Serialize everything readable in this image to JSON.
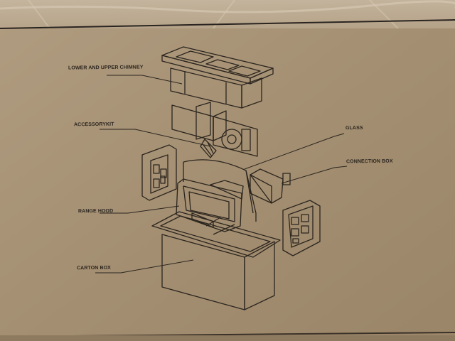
{
  "diagram": {
    "labels": {
      "chimney": "LOWER AND UPPER CHIMNEY",
      "accessory_kit": "ACCESSORYKIT",
      "glass": "GLASS",
      "connection_box": "CONNECTION BOX",
      "range_hood": "RANGE HOOD",
      "carton_box": "CARTON BOX"
    }
  }
}
